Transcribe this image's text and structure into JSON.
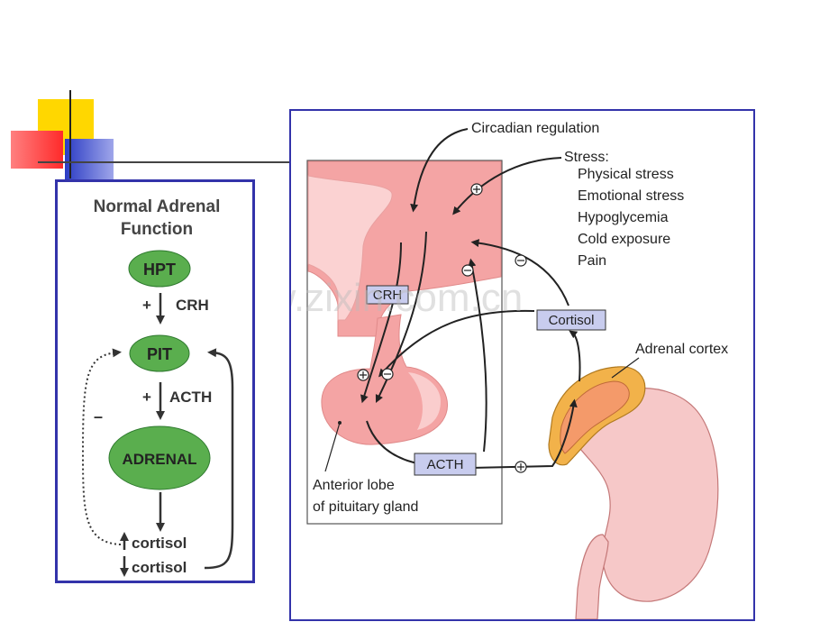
{
  "left": {
    "title_line1": "Normal Adrenal",
    "title_line2": "Function",
    "hpt": "HPT",
    "pit": "PIT",
    "adrenal": "ADRENAL",
    "plus1": "+",
    "crh": "CRH",
    "plus2": "+",
    "acth": "ACTH",
    "minus": "–",
    "cortisol_up": "cortisol",
    "cortisol_down": "cortisol"
  },
  "right": {
    "circadian": "Circadian regulation",
    "stress_title": "Stress:",
    "stress_items": [
      "Physical stress",
      "Emotional stress",
      "Hypoglycemia",
      "Cold exposure",
      "Pain"
    ],
    "adrenal_cortex": "Adrenal cortex",
    "crh_box": "CRH",
    "cortisol_box": "Cortisol",
    "acth_box": "ACTH",
    "anterior_line1": "Anterior lobe",
    "anterior_line2": "of pituitary gland",
    "watermark": "www.zixin.com.cn"
  },
  "colors": {
    "panel_border": "#3333aa",
    "ellipse_green": "#5aae4e",
    "tissue_pink": "#f4a4a4",
    "label_box": "#c8ccee"
  }
}
